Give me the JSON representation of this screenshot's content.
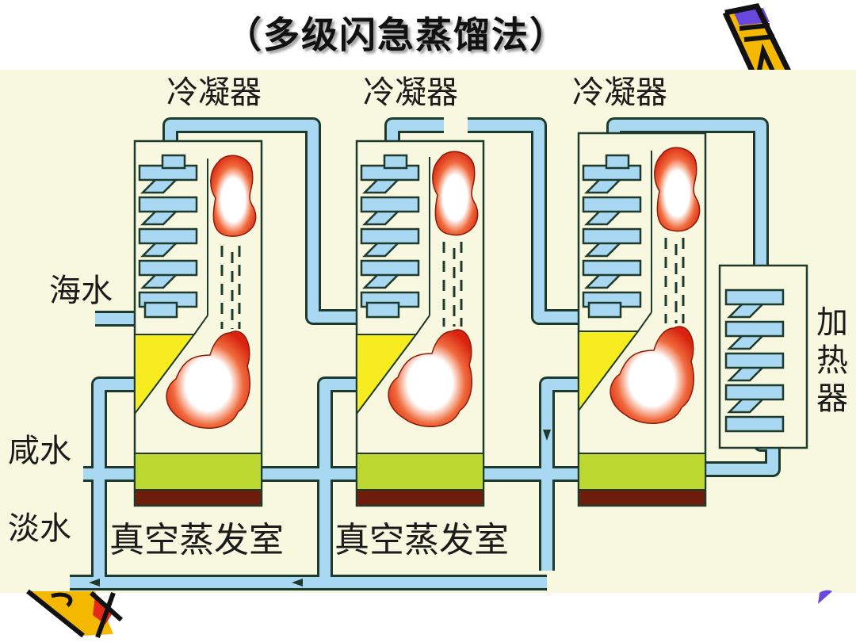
{
  "title": "（多级闪急蒸馏法）",
  "labels": {
    "condenser_1": "冷凝器",
    "condenser_2": "冷凝器",
    "condenser_3": "冷凝器",
    "seawater": "海水",
    "brine": "咸水",
    "freshwater": "淡水",
    "vacuum_chamber_1": "真空蒸发室",
    "vacuum_chamber_2": "真空蒸发室",
    "heater": "加热器"
  },
  "icons": {
    "top_right": "pencil-icon",
    "bottom_left": "pencil-tip-icon",
    "bottom_right": "pencil-corner-icon"
  },
  "colors": {
    "pipe": "#a9d8f2",
    "outline": "#1e3a2c",
    "background": "#f7f8df",
    "brine_layer": "#bcd72f",
    "sediment_layer": "#6e1c0c",
    "yellow_panel": "#f7ec1f",
    "vapor": "#e8361a",
    "pencil_yellow": "#f5b800",
    "pencil_purple": "#6a48e0"
  }
}
